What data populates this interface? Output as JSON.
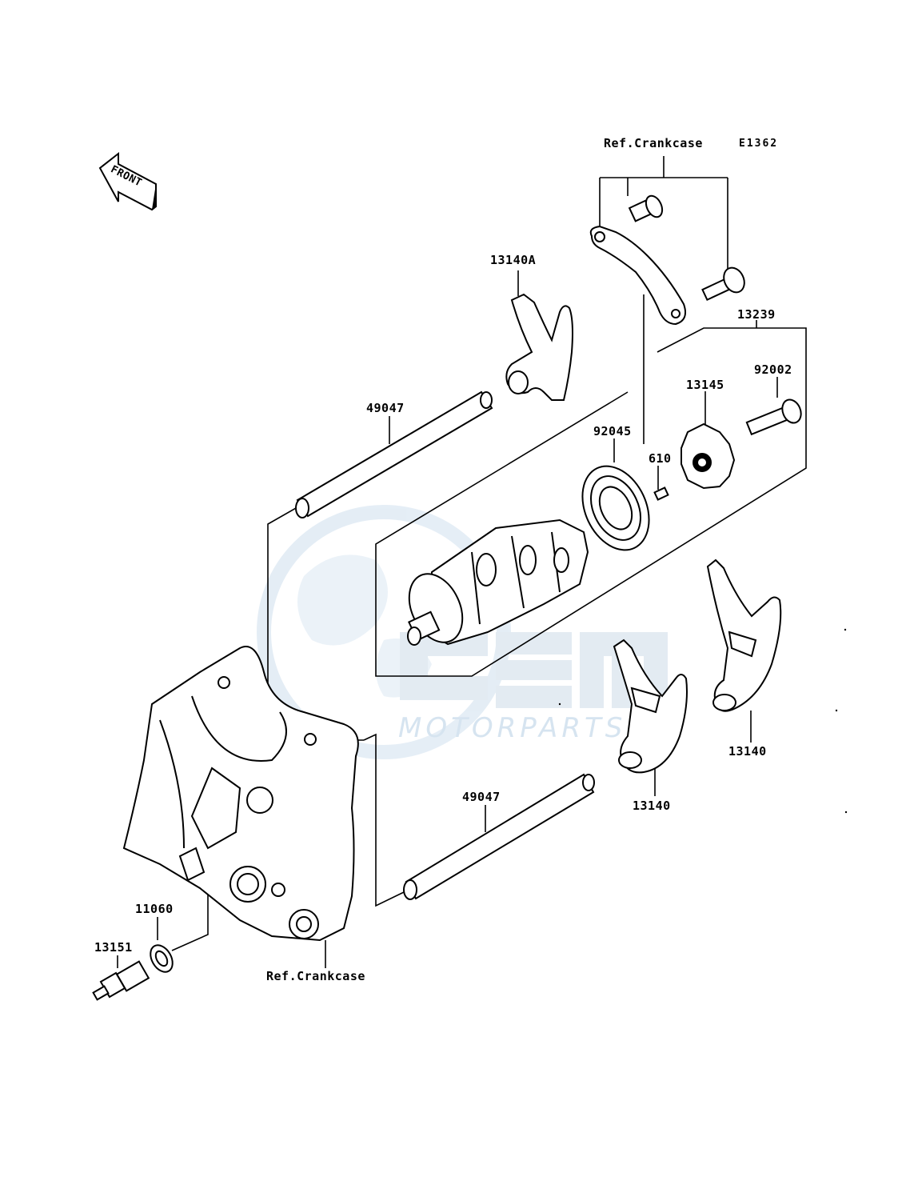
{
  "diagram": {
    "code": "E1362",
    "front_marker": "FRONT",
    "watermark": {
      "logo": "OEM",
      "tagline": "MOTORPARTS"
    },
    "ref_top": "Ref.Crankcase",
    "ref_bottom": "Ref.Crankcase",
    "parts": {
      "p13140A": "13140A",
      "p13239": "13239",
      "p92002": "92002",
      "p13145": "13145",
      "p92045": "92045",
      "p610": "610",
      "p49047_upper": "49047",
      "p49047_lower": "49047",
      "p13140_right": "13140",
      "p13140_mid": "13140",
      "p11060": "11060",
      "p13151": "13151"
    }
  }
}
